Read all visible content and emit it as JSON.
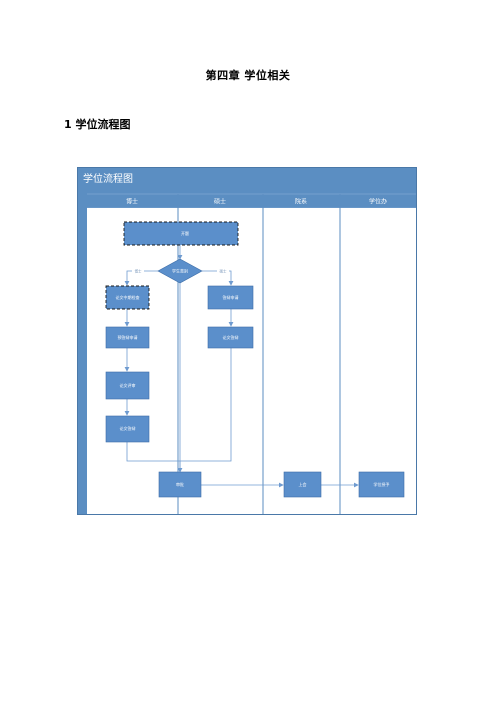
{
  "document": {
    "chapter_title": "第四章 学位相关",
    "section_title": "1 学位流程图"
  },
  "flowchart": {
    "title": "学位流程图",
    "lanes": [
      "博士",
      "硕士",
      "院系",
      "学位办"
    ],
    "nodes": {
      "start": "开题",
      "decision": "学生类别",
      "doc_midterm": "论文中期检查",
      "doc_predefense": "预答辩申请",
      "doc_review": "论文评审",
      "doc_defense": "论文答辩",
      "mas_register": "答辩申请",
      "mas_defense": "论文答辩",
      "approval": "审批",
      "submit": "上会",
      "degree_award": "学位授予"
    },
    "edge_labels": {
      "to_doctor": "博士",
      "to_master": "硕士"
    },
    "colors": {
      "frame_bg": "#5b8ec2",
      "lane_area": "#ffffff",
      "node_fill": "#5b8fcb",
      "node_stroke": "#3c6da8",
      "dashed_border": "#1a1a1a",
      "connector": "#6f9bd0",
      "header_divider": "#7ea6d3"
    },
    "icons": {
      "arrowhead": "arrow-icon"
    }
  }
}
